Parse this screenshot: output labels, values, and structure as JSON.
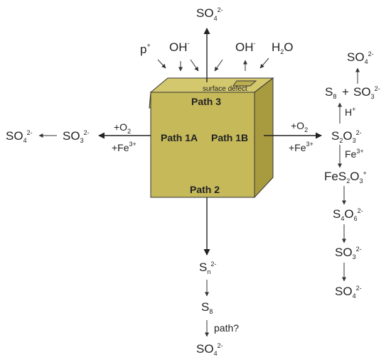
{
  "colors": {
    "cube_front": "#c6b95a",
    "cube_top": "#d4c86e",
    "cube_side": "#a89a3e",
    "outline": "#333333",
    "text": "#222222"
  },
  "top_species": {
    "sulfate": {
      "base": "SO",
      "sub": "4",
      "sup": "2-"
    },
    "hole": {
      "base": "p",
      "sup": "+"
    },
    "hydroxyl_left": {
      "base": "OH",
      "sup": "-"
    },
    "hydroxyl_right": {
      "base": "OH",
      "sup": "-"
    },
    "water": {
      "base": "H",
      "sub": "2",
      "tail": "O"
    }
  },
  "cube": {
    "surface_defect": "surface defect",
    "path3": "Path 3",
    "path1a": "Path 1A",
    "path1b": "Path 1B",
    "path2": "Path 2"
  },
  "left_branch": {
    "sulfate": {
      "base": "SO",
      "sub": "4",
      "sup": "2-"
    },
    "sulfite": {
      "base": "SO",
      "sub": "3",
      "sup": "2-"
    },
    "oxygen": {
      "pre": "+O",
      "sub": "2"
    },
    "ferric": {
      "pre": "+Fe",
      "sup": "3+"
    }
  },
  "right_branch": {
    "oxygen": {
      "pre": "+O",
      "sub": "2"
    },
    "ferric": {
      "pre": "+Fe",
      "sup": "3+"
    },
    "sulfate_top": {
      "base": "SO",
      "sub": "4",
      "sup": "2-"
    },
    "s8": {
      "base": "S",
      "sub": "8"
    },
    "plus": "+",
    "sulfite_top": {
      "base": "SO",
      "sub": "3",
      "sup": "2-"
    },
    "proton": {
      "base": "H",
      "sup": "+"
    },
    "thiosulfate": {
      "s": "S",
      "sub1": "2",
      "o": "O",
      "sub2": "3",
      "sup": "2-"
    },
    "ferric_small": {
      "base": "Fe",
      "sup": "3+"
    },
    "fe_thiosulfate": {
      "fe": "FeS",
      "sub1": "2",
      "o": "O",
      "sub2": "3",
      "sup": "+"
    },
    "tetrathionate": {
      "s": "S",
      "sub1": "4",
      "o": "O",
      "sub2": "6",
      "sup": "2-"
    },
    "sulfite_low": {
      "base": "SO",
      "sub": "3",
      "sup": "2-"
    },
    "sulfate_low": {
      "base": "SO",
      "sub": "4",
      "sup": "2-"
    }
  },
  "bottom_branch": {
    "polysulfide": {
      "base": "S",
      "sub": "n",
      "sup": "2-"
    },
    "s8": {
      "base": "S",
      "sub": "8"
    },
    "question": "path?",
    "sulfate": {
      "base": "SO",
      "sub": "4",
      "sup": "2-"
    }
  }
}
